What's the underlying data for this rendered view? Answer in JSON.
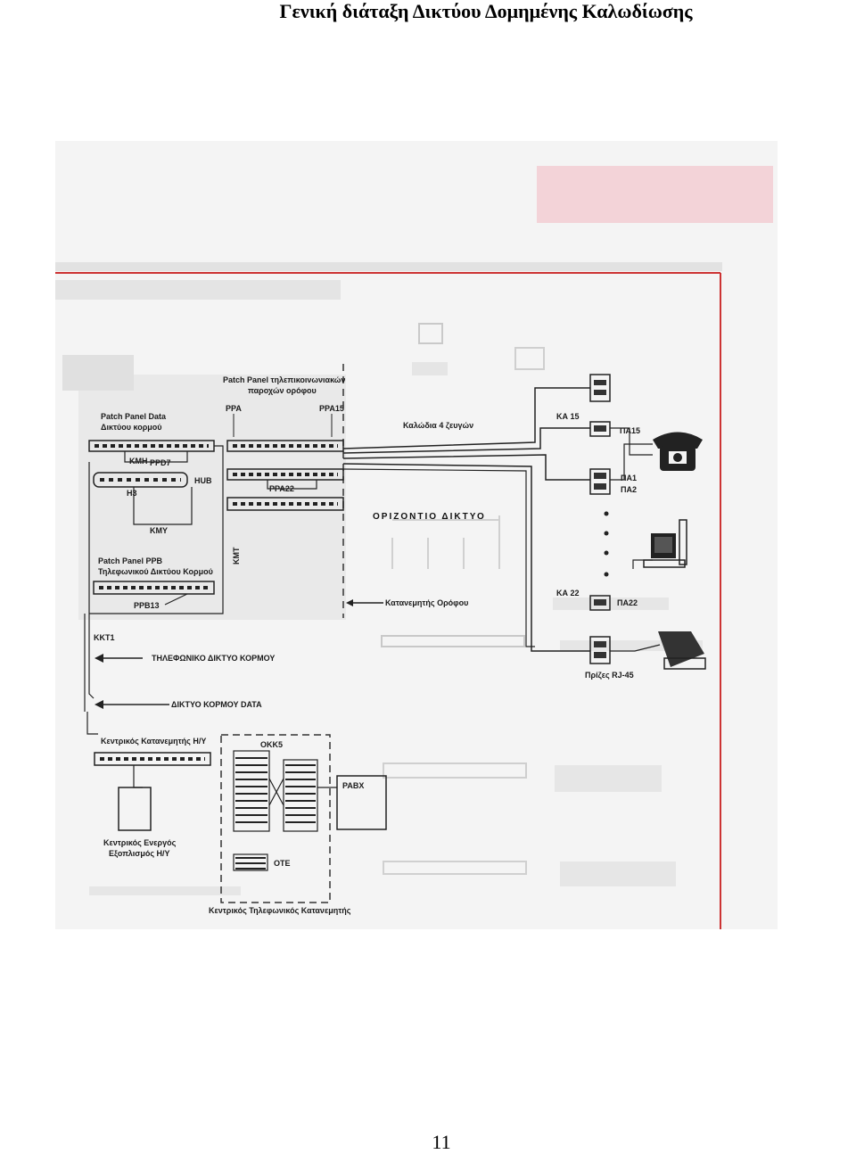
{
  "page": {
    "title": "Γενική διάταξη Δικτύου Δομημένης Καλωδίωσης",
    "number": "11"
  },
  "diagram": {
    "patch_panel_telecom": "Patch Panel τηλεπικοινωνιακών",
    "patch_panel_telecom_2": "παροχών ορόφου",
    "ppa": "PPA",
    "ppa15": "PPA15",
    "patch_panel_data": "Patch Panel Data",
    "patch_panel_data_2": "Δικτύου κορμού",
    "cables_4pair": "Καλώδια 4 ζευγών",
    "ka15": "ΚΑ 15",
    "pa15": "ΠΑ15",
    "kmh": "KMH",
    "ppd7": "PPD7",
    "hub": "HUB",
    "h3": "H3",
    "ppa22": "PPA22",
    "pa1": "ΠΑ1",
    "pa2": "ΠΑ2",
    "horizontal_network": "ΟΡΙΖΟΝΤΙΟ ΔΙΚΤΥΟ",
    "kmy": "KMY",
    "kmt": "KMT",
    "patch_panel_ppb": "Patch Panel PPB",
    "patch_panel_ppb_2": "Τηλεφωνικού Δικτύου Κορμού",
    "ppb13": "PPB13",
    "floor_distributor": "Κατανεμητής Ορόφου",
    "ka22": "ΚΑ 22",
    "pa22": "ΠΑ22",
    "kkt1": "KKT1",
    "telephone_backbone": "ΤΗΛΕΦΩΝΙΚΟ ΔΙΚΤΥΟ ΚΟΡΜΟΥ",
    "rj45": "Πρίζες RJ-45",
    "data_backbone": "ΔΙΚΤΥΟ ΚΟΡΜΟΥ DATA",
    "central_distributor_pc": "Κεντρικός Κατανεμητής Η/Υ",
    "okk5": "ΟΚΚ5",
    "pabx": "PABX",
    "central_active_1": "Κεντρικός Ενεργός",
    "central_active_2": "Εξοπλισμός Η/Υ",
    "ote": "ΟΤΕ",
    "central_tel_distributor": "Κεντρικός Τηλεφωνικός Κατανεμητής"
  }
}
